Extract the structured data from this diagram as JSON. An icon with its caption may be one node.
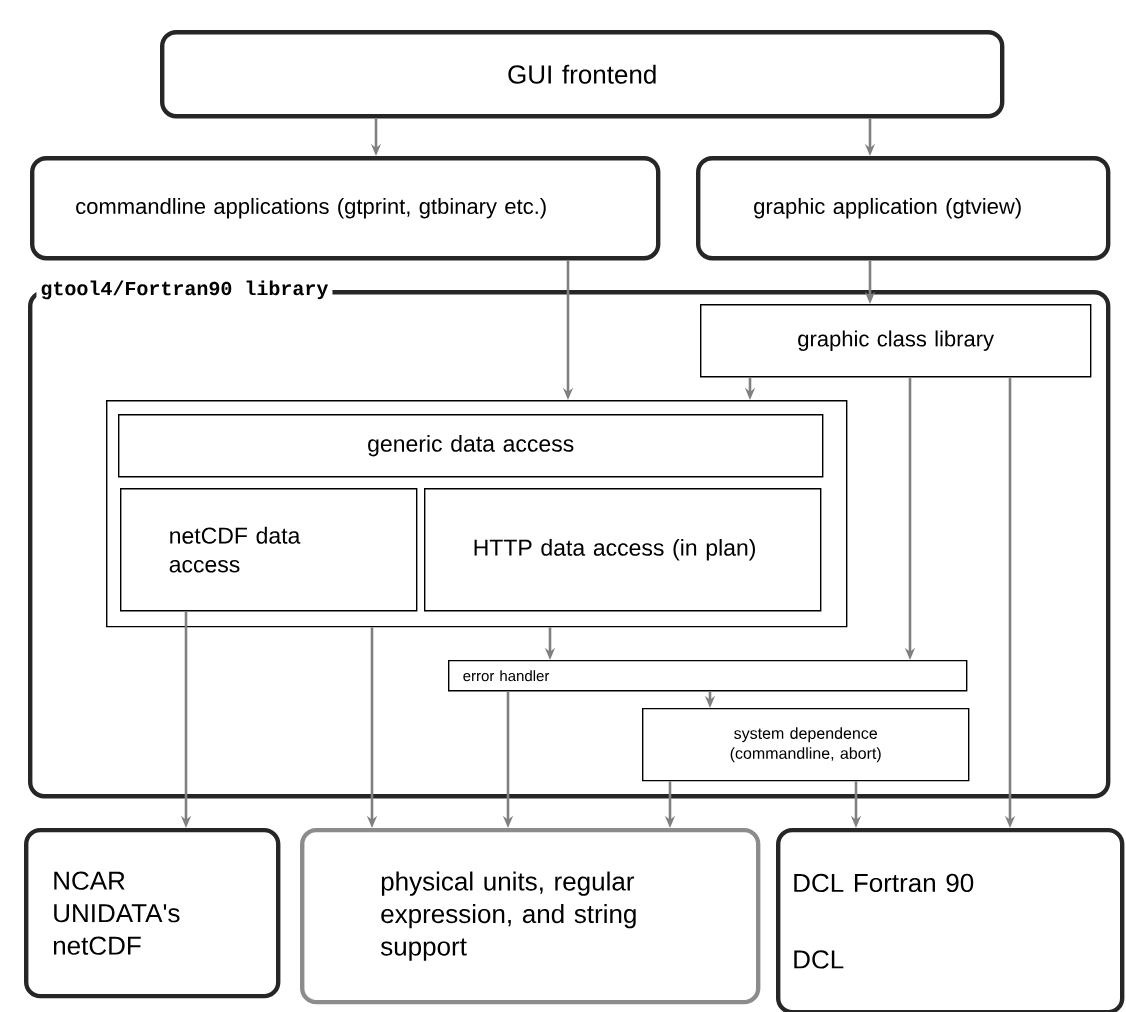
{
  "diagram": {
    "nodes": [
      {
        "text": [
          "GUI frontend"
        ]
      },
      {
        "text": [
          "commandline applications (gtprint, gtbinary etc.)"
        ]
      },
      {
        "text": [
          "graphic application (gtview)"
        ]
      },
      {
        "text": [
          "gtool4/Fortran90 library"
        ]
      },
      {
        "text": [
          "graphic class library"
        ],
        "in": 3
      },
      {
        "text": [],
        "shape": "box",
        "in": 3
      },
      {
        "text": [
          "generic data access"
        ],
        "in": 5
      },
      {
        "text": [
          "netCDF data access"
        ],
        "in": 5
      },
      {
        "text": [
          "HTTP data access (in plan)"
        ],
        "in": 5
      },
      {
        "text": [
          "error handler"
        ],
        "in": 3
      },
      {
        "text": [
          "system dependence (commandline, abort)"
        ],
        "in": 3
      },
      {
        "text": [
          "NCAR UNIDATA's netCDF"
        ]
      },
      {
        "text": [
          "physical units, regular expression, and string support"
        ]
      },
      {
        "text": [
          "DCL Fortran 90",
          "DCL"
        ]
      }
    ],
    "edges": [
      {
        "from": 0,
        "to": 1,
        "arrow": "to"
      },
      {
        "from": 0,
        "to": 2,
        "arrow": "to"
      },
      {
        "from": 1,
        "to": 5,
        "arrow": "to"
      },
      {
        "from": 2,
        "to": 4,
        "arrow": "to"
      },
      {
        "from": 4,
        "to": 5,
        "arrow": "to"
      },
      {
        "from": 4,
        "to": 9,
        "arrow": "to"
      },
      {
        "from": 4,
        "to": 13,
        "arrow": "to"
      },
      {
        "from": 5,
        "to": 9,
        "arrow": "to"
      },
      {
        "from": 9,
        "to": 10,
        "arrow": "to"
      },
      {
        "from": 7,
        "to": 11,
        "arrow": "to"
      },
      {
        "from": 5,
        "to": 12,
        "arrow": "to"
      },
      {
        "from": 9,
        "to": 12,
        "arrow": "to"
      },
      {
        "from": 10,
        "to": 12,
        "arrow": "to"
      },
      {
        "from": 10,
        "to": 13,
        "arrow": "to"
      }
    ]
  }
}
